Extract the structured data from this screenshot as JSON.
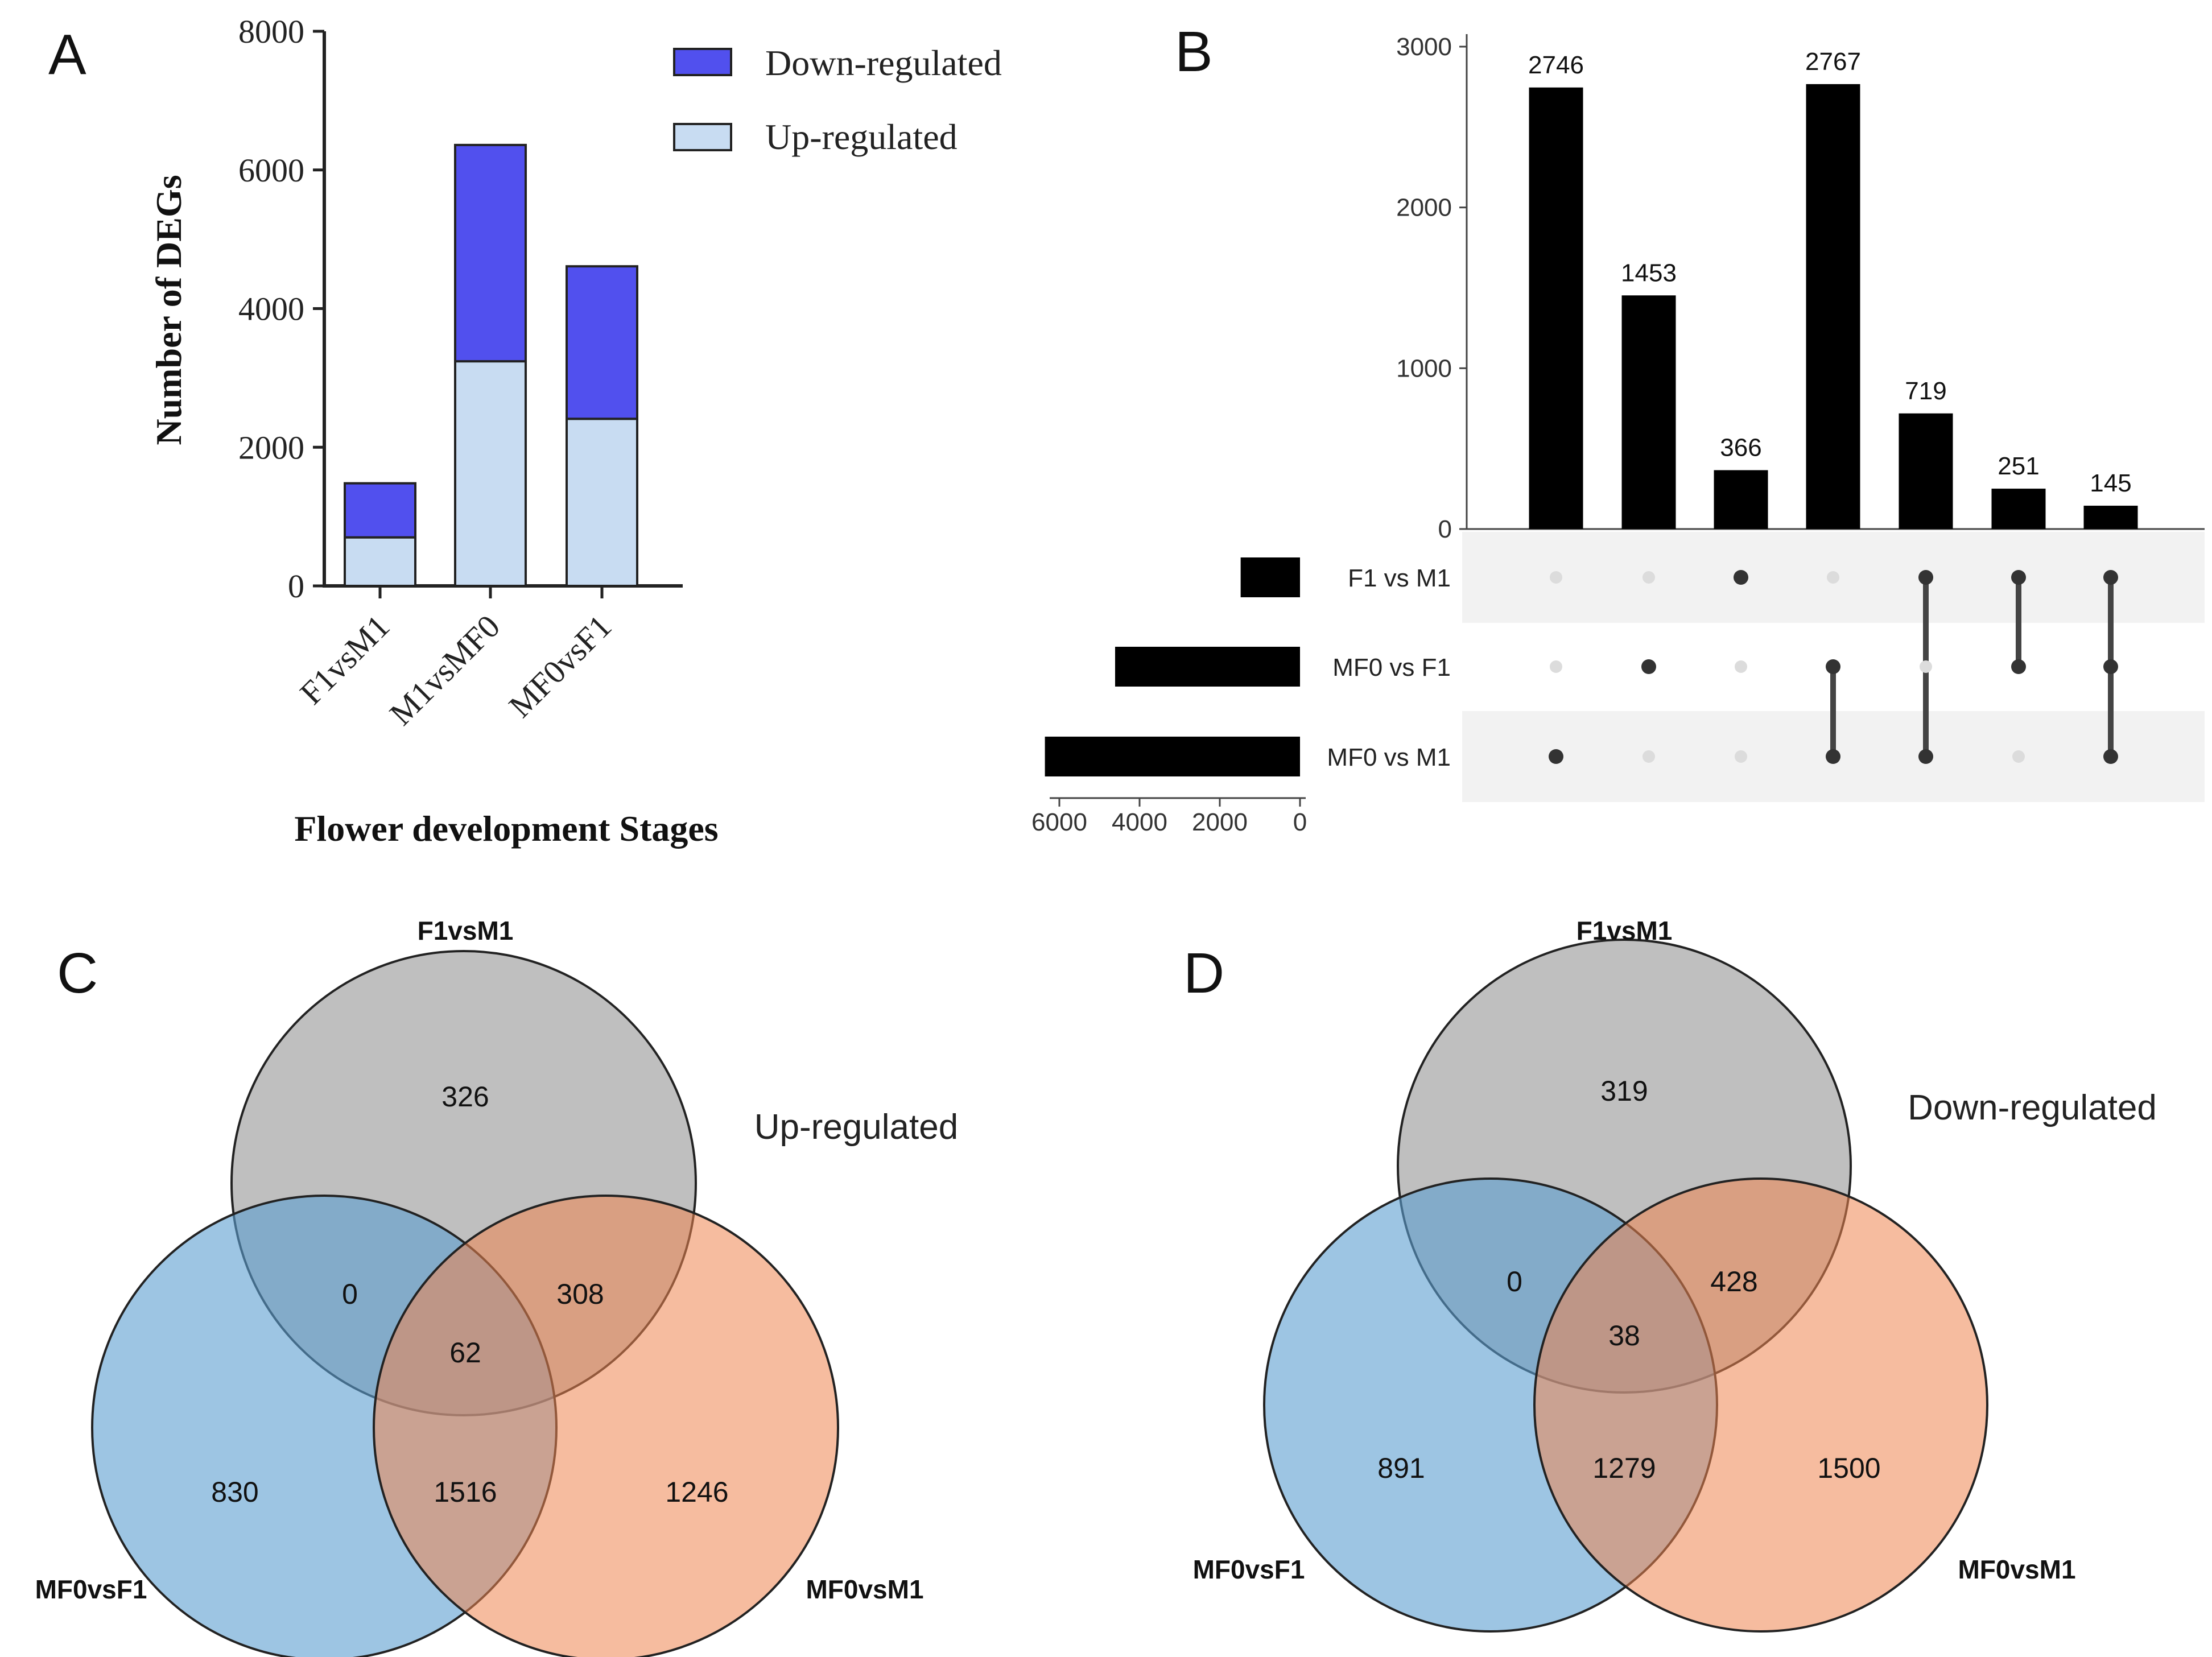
{
  "panels": {
    "a": "A",
    "b": "B",
    "c": "C",
    "d": "D"
  },
  "chart_data": [
    {
      "panel": "A",
      "type": "bar",
      "stacked": true,
      "categories": [
        "F1vsM1",
        "M1vsMF0",
        "MF0vsF1"
      ],
      "series": [
        {
          "name": "Up-regulated",
          "values": [
            700,
            3240,
            2410
          ],
          "color": "#c8dcf2"
        },
        {
          "name": "Down-regulated",
          "values": [
            780,
            3120,
            2200
          ],
          "color": "#5150ee"
        }
      ],
      "totals": [
        1480,
        6360,
        4610
      ],
      "legend_order": [
        "Down-regulated",
        "Up-regulated"
      ],
      "xlabel": "Flower development Stages",
      "ylabel": "Number of DEGs",
      "ylim": [
        0,
        8000
      ],
      "yticks": [
        "0",
        "2000",
        "4000",
        "6000",
        "8000"
      ],
      "legend": "top-right"
    },
    {
      "panel": "B",
      "type": "bar",
      "subtype": "upset",
      "intersections": [
        {
          "value": 2746,
          "label": "2746",
          "sets": [
            2
          ]
        },
        {
          "value": 1453,
          "label": "1453",
          "sets": [
            1
          ]
        },
        {
          "value": 366,
          "label": "366",
          "sets": [
            0
          ]
        },
        {
          "value": 2767,
          "label": "2767",
          "sets": [
            1,
            2
          ]
        },
        {
          "value": 719,
          "label": "719",
          "sets": [
            0,
            2
          ]
        },
        {
          "value": 251,
          "label": "251",
          "sets": [
            0,
            1
          ]
        },
        {
          "value": 145,
          "label": "145",
          "sets": [
            0,
            1,
            2
          ]
        }
      ],
      "sets": [
        {
          "name": "F1 vs M1",
          "size": 1480
        },
        {
          "name": "MF0 vs F1",
          "size": 4610
        },
        {
          "name": "MF0 vs M1",
          "size": 6360
        }
      ],
      "ylim": [
        0,
        3000
      ],
      "yticks": [
        "0",
        "1000",
        "2000",
        "3000"
      ],
      "set_size_ticks": [
        "6000",
        "4000",
        "2000",
        "0"
      ],
      "set_size_max": 6000
    },
    {
      "panel": "C",
      "type": "venn",
      "title": "Up-regulated",
      "sets": [
        {
          "name": "F1vsM1",
          "color": "#b4b4b4"
        },
        {
          "name": "MF0vsF1",
          "color": "#5b9fd0"
        },
        {
          "name": "MF0vsM1",
          "color": "#ee8550"
        }
      ],
      "regions": {
        "top_only": "326",
        "top_left": "0",
        "top_right": "308",
        "center": "62",
        "left_only": "830",
        "left_right": "1516",
        "right_only": "1246"
      }
    },
    {
      "panel": "D",
      "type": "venn",
      "title": "Down-regulated",
      "sets": [
        {
          "name": "F1vsM1",
          "color": "#b4b4b4"
        },
        {
          "name": "MF0vsF1",
          "color": "#5b9fd0"
        },
        {
          "name": "MF0vsM1",
          "color": "#ee8550"
        }
      ],
      "regions": {
        "top_only": "319",
        "top_left": "0",
        "top_right": "428",
        "center": "38",
        "left_only": "891",
        "left_right": "1279",
        "right_only": "1500"
      }
    }
  ]
}
